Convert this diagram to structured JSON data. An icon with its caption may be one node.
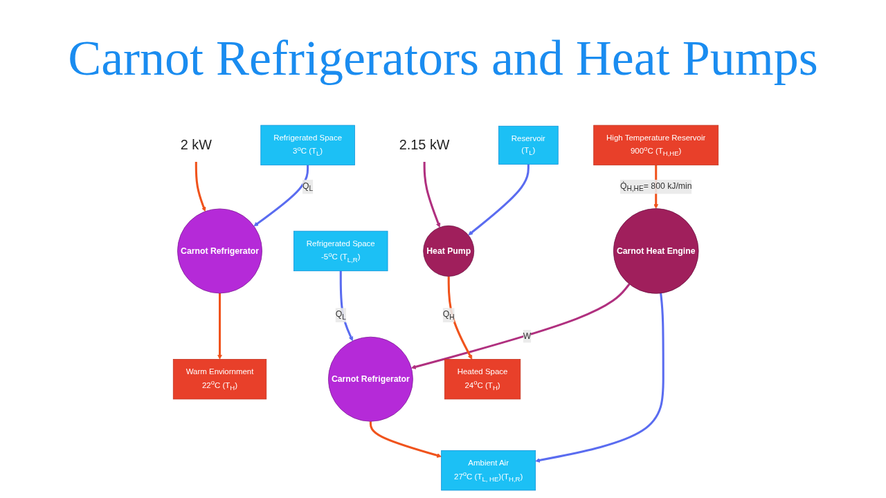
{
  "diagram": {
    "title": "Carnot Refrigerators and Heat Pumps",
    "nodes": [
      {
        "text": [
          "Warm Enviornment",
          "22$^{o}$C (T$_{H}$)"
        ]
      },
      {
        "text": [
          "Carnot Refrigerator"
        ]
      },
      {
        "text": [
          "2 kW"
        ]
      },
      {
        "text": [
          "Refrigerated Space",
          "3$^{o}$C (T$_{L}$)"
        ]
      },
      {
        "text": [
          "High Temperature Reservoir",
          "900$^{o}$C (T$_{H,HE}$)"
        ]
      },
      {
        "text": [
          "Refrigerated Space",
          "-5$^{o}$C (T$_{L,R}$)"
        ]
      },
      {
        "text": [
          "Carnot Heat Engine"
        ]
      },
      {
        "text": [
          "Carnot Refrigerator"
        ]
      },
      {
        "text": [
          "Ambient Air",
          "27$^{o}$C (T$_{L, HE}$)(T$_{H,R}$)"
        ]
      },
      {
        "text": [
          "Heated Space",
          "24$^{o}$C (T$_{H}$)"
        ]
      },
      {
        "text": [
          "Heat Pump"
        ]
      },
      {
        "text": [
          "2.15 kW"
        ]
      },
      {
        "text": [
          "Reservoir",
          "(T$_{L}$)"
        ]
      }
    ],
    "edges": [
      {
        "from": 1,
        "to": 0,
        "arrow": "to"
      },
      {
        "from": 2,
        "to": 1,
        "arrow": "to"
      },
      {
        "from": 3,
        "to": 1,
        "arrow": "to",
        "label": "Q$_{L}$",
        "color": "#5a6cf0"
      },
      {
        "from": 4,
        "to": 6,
        "arrow": "to",
        "label": "Q̇$_{H,HE}$= 800 kJ/min"
      },
      {
        "from": 5,
        "to": 7,
        "arrow": "to",
        "label": "Q$_{L}$",
        "color": "#5a6cf0"
      },
      {
        "from": 6,
        "to": 7,
        "arrow": "to",
        "label": "W",
        "color": "#b0307f"
      },
      {
        "from": 6,
        "to": 8,
        "arrow": "to",
        "color": "#5a6cf0"
      },
      {
        "from": 7,
        "to": 8,
        "arrow": "to"
      },
      {
        "from": 10,
        "to": 9,
        "arrow": "to",
        "label": "Q$_{H}$"
      },
      {
        "from": 11,
        "to": 10,
        "arrow": "to",
        "color": "#b0307f"
      },
      {
        "from": 12,
        "to": 10,
        "arrow": "to",
        "color": "#5a6cf0"
      }
    ]
  }
}
